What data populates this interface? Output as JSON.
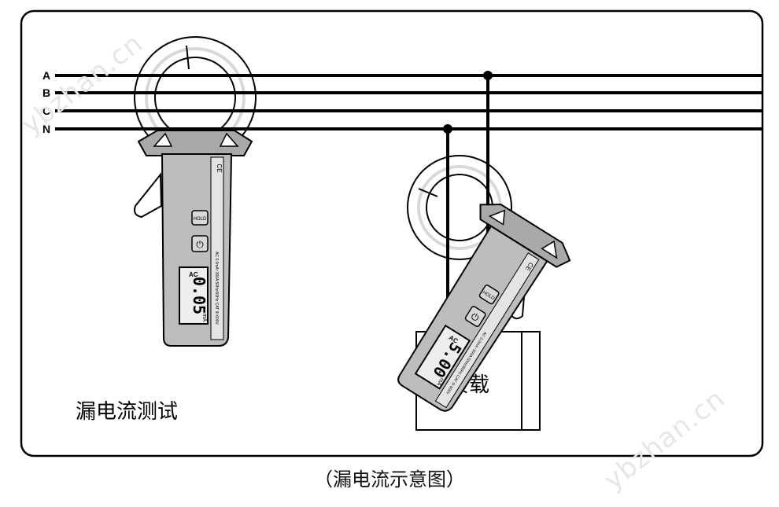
{
  "lines": {
    "a": "A",
    "b": "B",
    "c": "C",
    "n": "N"
  },
  "meter_left": {
    "hold": "HOLD",
    "power": "⏻",
    "ce": "CE",
    "reading": "0.05",
    "mode": "AC",
    "unit": "mA",
    "spec": "AC 0.0mA~300A 50Hz/60Hz  CAT III 600V"
  },
  "meter_right": {
    "hold": "HOLD",
    "power": "⏻",
    "ce": "CE",
    "reading": "5.00",
    "mode": "AC",
    "unit": "mA",
    "spec": "AC 0.0mA~300A 50Hz/60Hz  CAT III 600V"
  },
  "load_label": "负载",
  "test_label": "漏电流测试",
  "caption": "（漏电流示意图）",
  "watermark": "ybzhan.cn"
}
